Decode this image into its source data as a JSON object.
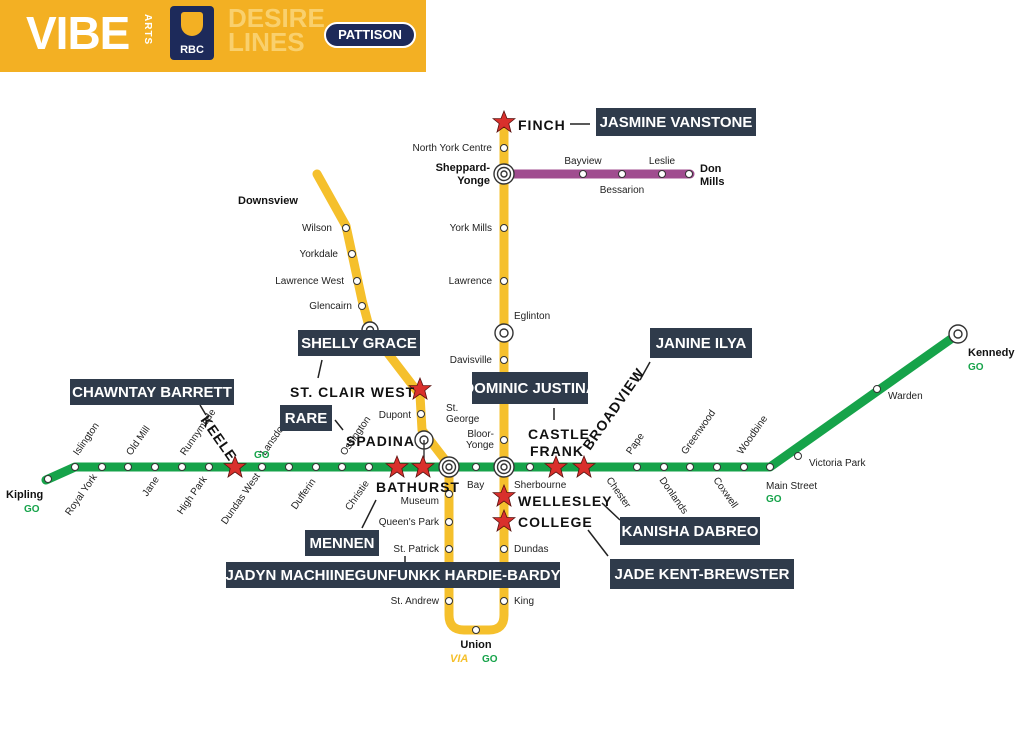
{
  "banner": {
    "vibe": "VIBE",
    "arts": "ARTS",
    "rbc": "RBC",
    "desire": "DESIRE",
    "lines": "LINES",
    "pattison": "PATTISON"
  },
  "colors": {
    "line1": "#f5c02c",
    "line2": "#16a34a",
    "line4": "#a04c8f",
    "artist_box": "#2f3b4b",
    "star": "#d9302c",
    "go": "#16a34a"
  },
  "stations": {
    "finch": "FINCH",
    "north_york_centre": "North York Centre",
    "sheppard_yonge_1": "Sheppard-",
    "sheppard_yonge_2": "Yonge",
    "bayview": "Bayview",
    "bessarion": "Bessarion",
    "leslie": "Leslie",
    "don_mills_1": "Don",
    "don_mills_2": "Mills",
    "york_mills": "York Mills",
    "lawrence": "Lawrence",
    "eglinton": "Eglinton",
    "davisville": "Davisville",
    "downsview": "Downsview",
    "wilson": "Wilson",
    "yorkdale": "Yorkdale",
    "lawrence_west": "Lawrence West",
    "glencairn": "Glencairn",
    "st_clair_west": "ST. CLAIR WEST",
    "dupont": "Dupont",
    "spadina": "SPADINA",
    "st_george_1": "St.",
    "st_george_2": "George",
    "bloor_yonge_1": "Bloor-",
    "bloor_yonge_2": "Yonge",
    "bay": "Bay",
    "bathurst": "BATHURST",
    "museum": "Museum",
    "queens_park": "Queen's Park",
    "st_patrick": "St. Patrick",
    "st_andrew": "St. Andrew",
    "union": "Union",
    "king": "King",
    "dundas": "Dundas",
    "college": "COLLEGE",
    "wellesley": "WELLESLEY",
    "sherbourne": "Sherbourne",
    "castle_frank_1": "CASTLE",
    "castle_frank_2": "FRANK",
    "broadview": "BROADVIEW",
    "chester": "Chester",
    "pape": "Pape",
    "donlands": "Donlands",
    "greenwood": "Greenwood",
    "coxwell": "Coxwell",
    "woodbine": "Woodbine",
    "main_street": "Main Street",
    "victoria_park": "Victoria Park",
    "warden": "Warden",
    "kennedy": "Kennedy",
    "kipling": "Kipling",
    "islington": "Islington",
    "royal_york": "Royal York",
    "old_mill": "Old Mill",
    "jane": "Jane",
    "runnymede": "Runnymede",
    "high_park": "High Park",
    "keele": "KEELE",
    "dundas_west": "Dundas West",
    "lansdowne": "Lansdowne",
    "dufferin": "Dufferin",
    "ossington": "Ossington",
    "christie": "Christie"
  },
  "go_label": "GO",
  "via_label": "VIA",
  "artists": {
    "jasmine": "JASMINE VANSTONE",
    "shelly": "SHELLY GRACE",
    "chawntay": "CHAWNTAY BARRETT",
    "rare": "RARE",
    "dominic": "DOMINIC JUSTINA",
    "janine": "JANINE ILYA",
    "kanisha": "KANISHA DABREO",
    "jade": "JADE KENT-BREWSTER",
    "mennen": "MENNEN",
    "jadyn": "JADYN MACHIINEGUNFUNKK HARDIE-BARDY"
  }
}
